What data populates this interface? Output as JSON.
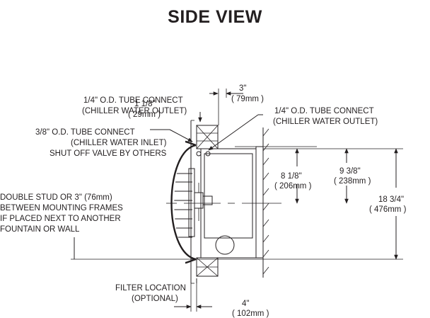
{
  "title": "SIDE VIEW",
  "labels": {
    "tube_connect_top": "1/4\" O.D. TUBE CONNECT",
    "chiller_outlet_top": "(CHILLER WATER OUTLET)",
    "dim_1_1_8": "1 1/8\"",
    "dim_29mm": "( 29mm )",
    "dim_3": "3\"",
    "dim_79mm": "( 79mm )",
    "tube_connect_right": "1/4\" O.D. TUBE CONNECT",
    "chiller_outlet_right": "(CHILLER WATER OUTLET)",
    "tube_connect_38": "3/8\" O.D. TUBE CONNECT",
    "chiller_inlet": "(CHILLER WATER INLET)",
    "shut_off_valve": "SHUT OFF VALVE BY OTHERS",
    "dim_8_1_8": "8 1/8\"",
    "dim_206mm": "( 206mm )",
    "dim_9_3_8": "9 3/8\"",
    "dim_238mm": "( 238mm )",
    "dim_18_3_4": "18 3/4\"",
    "dim_476mm": "( 476mm )",
    "double_stud_1": "DOUBLE STUD OR 3\" (76mm)",
    "double_stud_2": "BETWEEN MOUNTING FRAMES",
    "double_stud_3": "IF PLACED NEXT TO ANOTHER",
    "double_stud_4": "FOUNTAIN OR WALL",
    "filter_location": "FILTER LOCATION",
    "optional": "(OPTIONAL)",
    "dim_4": "4\"",
    "dim_102mm": "( 102mm )"
  }
}
